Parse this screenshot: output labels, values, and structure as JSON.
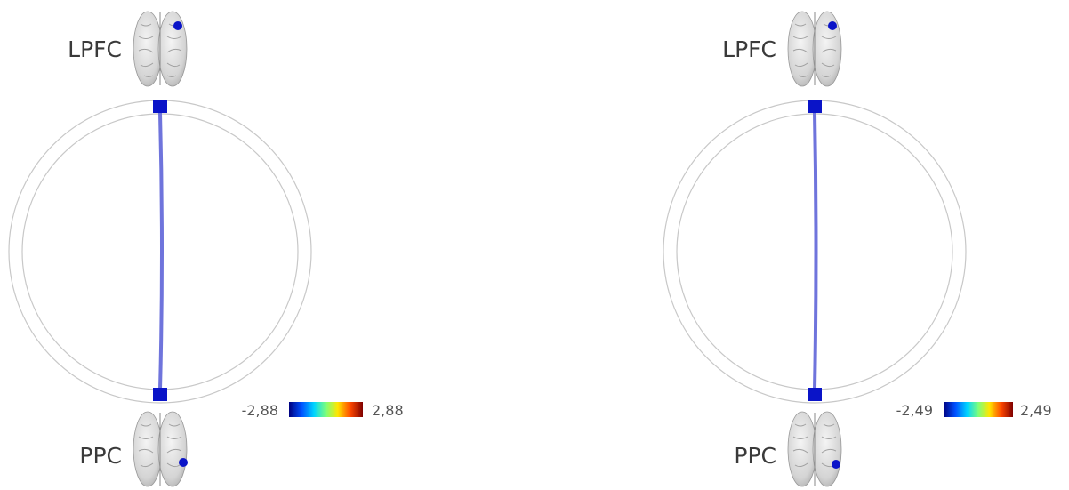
{
  "panels": [
    {
      "top_region": "LPFC",
      "bottom_region": "PPC",
      "colorbar": {
        "min_label": "-2,88",
        "max_label": "2,88"
      },
      "node_color": "#0a14c8",
      "edge_color": "#6f74dc"
    },
    {
      "top_region": "LPFC",
      "bottom_region": "PPC",
      "colorbar": {
        "min_label": "-2,49",
        "max_label": "2,49"
      },
      "node_color": "#0a14c8",
      "edge_color": "#6f74dc"
    }
  ],
  "colormap": [
    "#00007f",
    "#0050ff",
    "#00d4ff",
    "#7dff7a",
    "#ffe600",
    "#ff4800",
    "#7f0000"
  ]
}
